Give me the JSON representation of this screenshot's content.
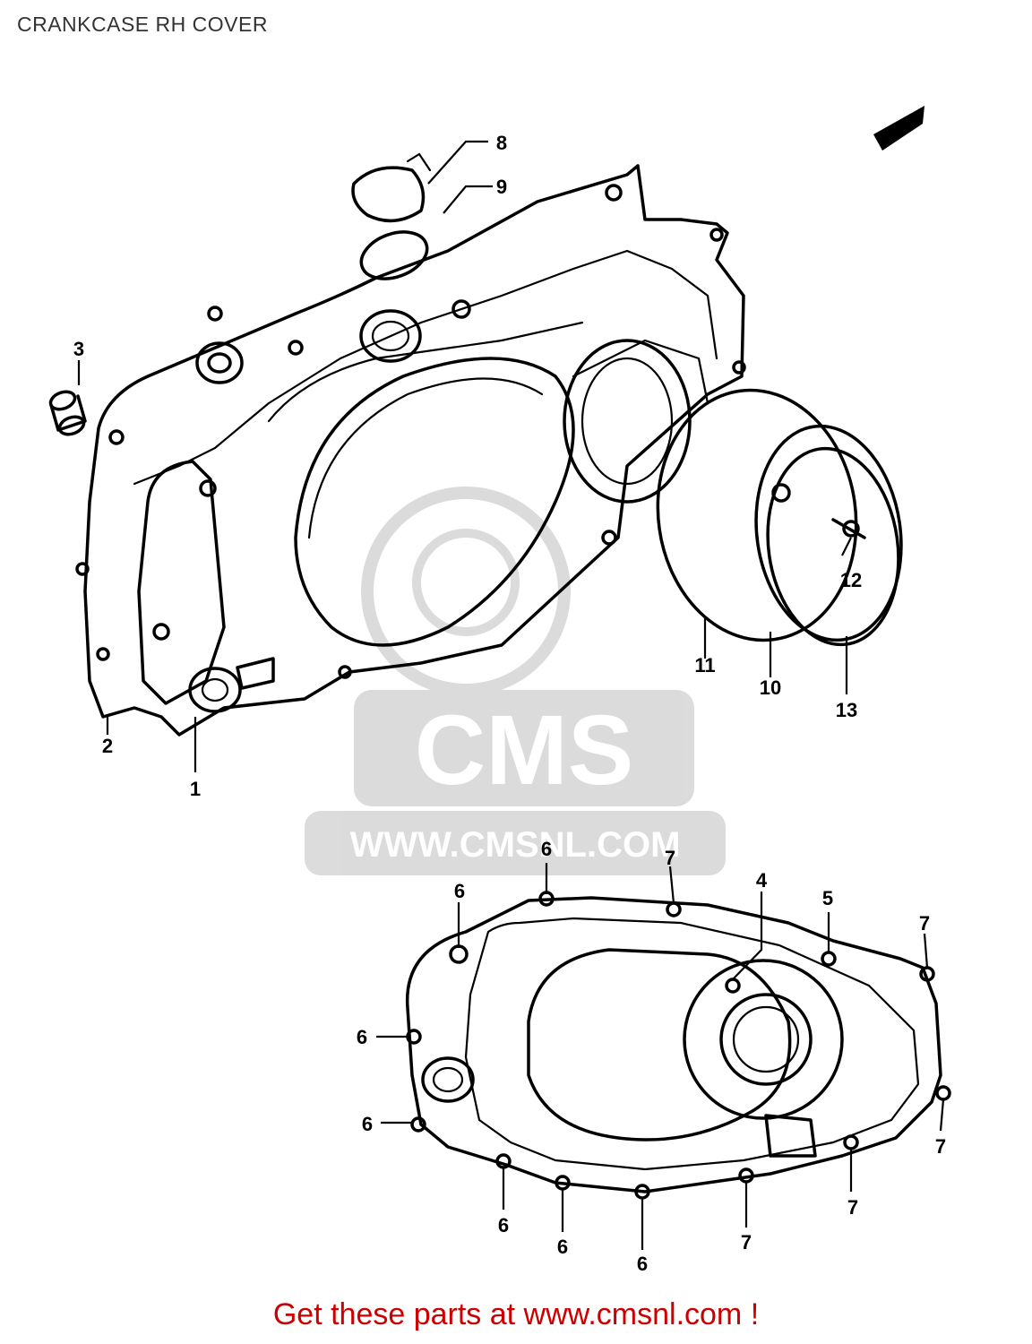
{
  "header": {
    "title": "CRANKCASE RH COVER"
  },
  "watermark": {
    "logo_text": "CMS",
    "url_text": "WWW.CMSNL.COM"
  },
  "footer": {
    "text": "Get these parts at www.cmsnl.com !"
  },
  "callouts": {
    "c1": "1",
    "c2": "2",
    "c3": "3",
    "c4": "4",
    "c5": "5",
    "c8": "8",
    "c9": "9",
    "c10": "10",
    "c11": "11",
    "c12": "12",
    "c13": "13",
    "c6a": "6",
    "c6b": "6",
    "c6c": "6",
    "c6d": "6",
    "c6e": "6",
    "c6f": "6",
    "c6g": "6",
    "c7a": "7",
    "c7b": "7",
    "c7c": "7",
    "c7d": "7",
    "c7e": "7"
  },
  "colors": {
    "footer": "#cc0000",
    "title": "#333333",
    "watermark": "#d8d8d8"
  }
}
